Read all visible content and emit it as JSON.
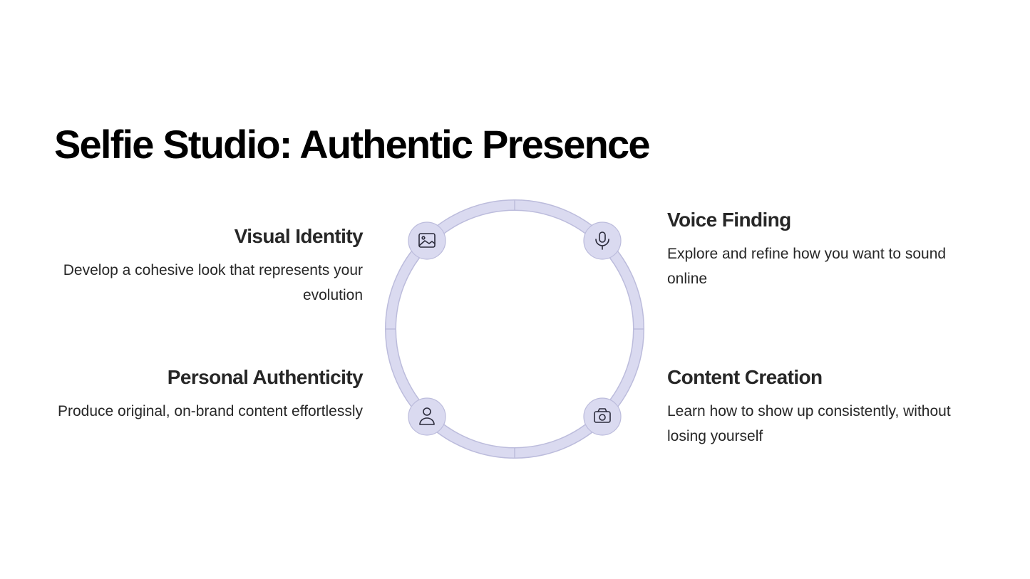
{
  "title": "Selfie Studio: Authentic Presence",
  "colors": {
    "ring_fill": "#dadaf0",
    "ring_stroke": "#bcbcdc",
    "node_fill": "#dadaf0",
    "icon_stroke": "#2a2a3a",
    "heading": "#272727",
    "title": "#000000"
  },
  "items": [
    {
      "id": "visual-identity",
      "title": "Visual Identity",
      "description": "Develop a cohesive look that represents your evolution",
      "icon": "image-icon"
    },
    {
      "id": "voice-finding",
      "title": "Voice Finding",
      "description": "Explore and refine how you want to sound online",
      "icon": "microphone-icon"
    },
    {
      "id": "personal-authenticity",
      "title": "Personal Authenticity",
      "description": "Produce original, on-brand content effortlessly",
      "icon": "user-icon"
    },
    {
      "id": "content-creation",
      "title": "Content Creation",
      "description": "Learn how to show up consistently, without losing yourself",
      "icon": "camera-icon"
    }
  ]
}
